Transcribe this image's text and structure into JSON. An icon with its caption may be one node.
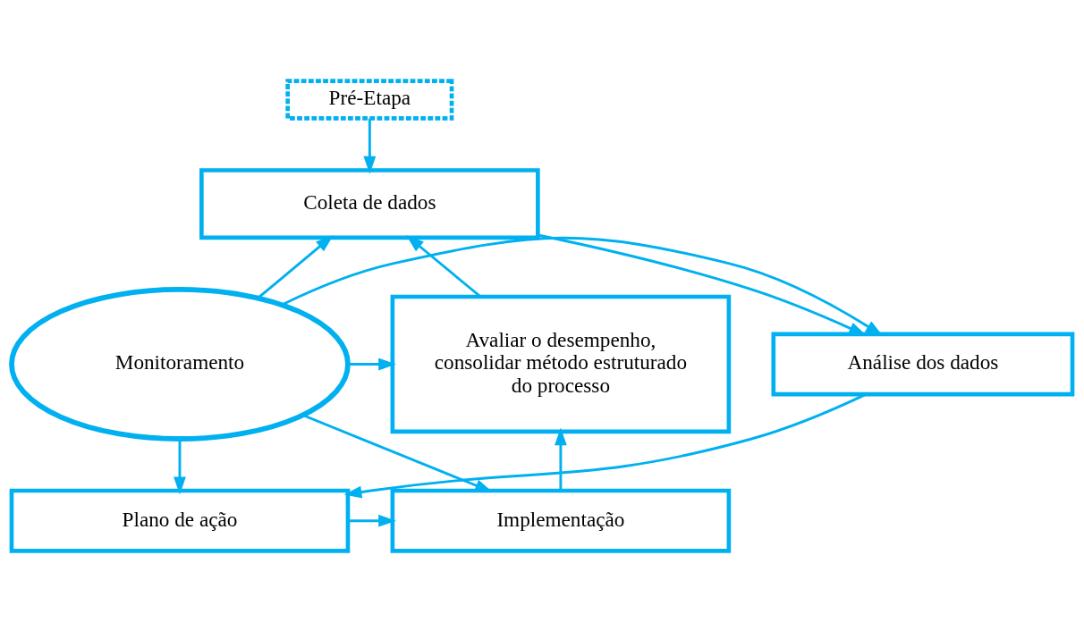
{
  "diagram": {
    "nodes": [
      {
        "text": [
          "Pré-Etapa"
        ]
      },
      {
        "text": [
          "Coleta de dados"
        ]
      },
      {
        "text": [
          "Análise dos dados"
        ]
      },
      {
        "text": [
          "Plano de ação"
        ]
      },
      {
        "text": [
          "Implementação"
        ]
      },
      {
        "text": [
          "Avaliar o desempenho, consolidar método estruturado do processo"
        ]
      },
      {
        "text": [
          "Monitoramento"
        ]
      }
    ],
    "edges": [
      {
        "from": 0,
        "to": 1,
        "arrow": "to"
      },
      {
        "from": 1,
        "to": 2,
        "arrow": "to"
      },
      {
        "from": 2,
        "to": 3,
        "arrow": "to"
      },
      {
        "from": 3,
        "to": 4,
        "arrow": "to"
      },
      {
        "from": 4,
        "to": 5,
        "arrow": "to"
      },
      {
        "from": 5,
        "to": 1,
        "arrow": "to"
      },
      {
        "from": 6,
        "to": 1,
        "arrow": "to"
      },
      {
        "from": 6,
        "to": 2,
        "arrow": "to"
      },
      {
        "from": 6,
        "to": 3,
        "arrow": "to"
      },
      {
        "from": 6,
        "to": 4,
        "arrow": "to"
      },
      {
        "from": 6,
        "to": 5,
        "arrow": "to"
      }
    ]
  }
}
